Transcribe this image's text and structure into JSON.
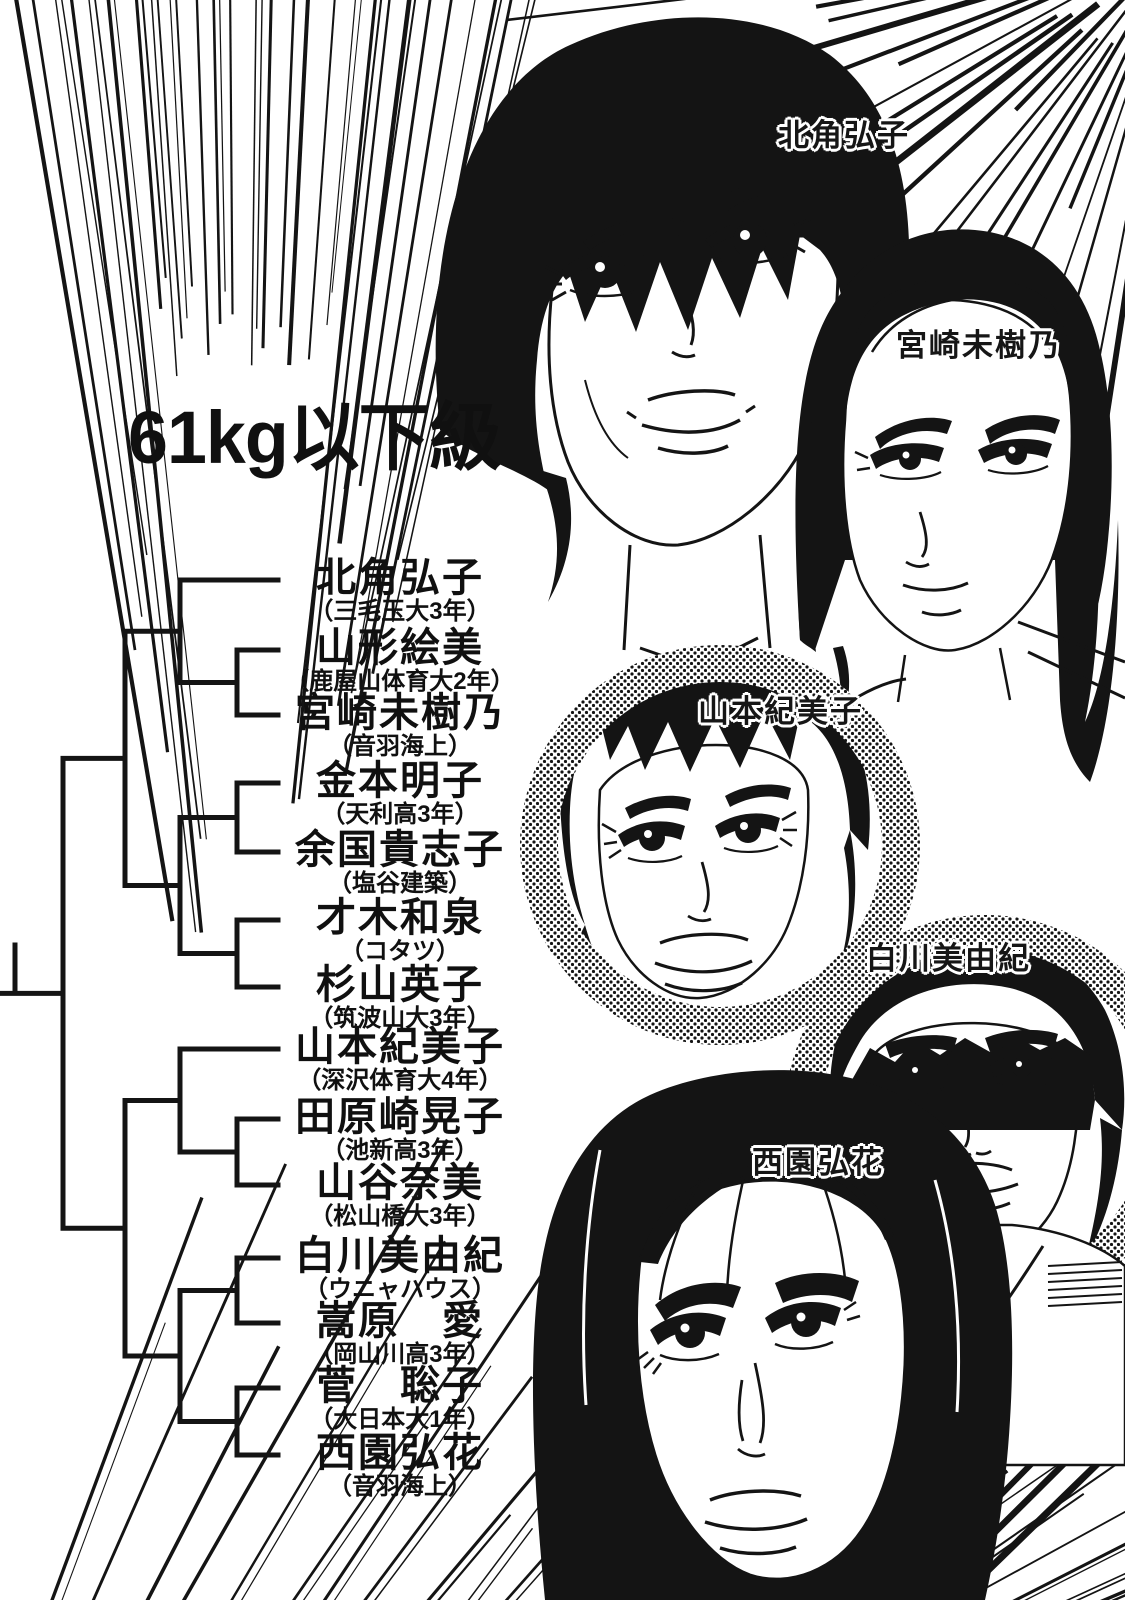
{
  "title": "61kg以下級",
  "portrait_labels": {
    "kitakado": "北角弘子",
    "miyazaki": "宮崎未樹乃",
    "yamamoto": "山本紀美子",
    "shirakawa": "白川美由紀",
    "nishizono": "西園弘花"
  },
  "bracket": {
    "entries": [
      {
        "name": "北角弘子",
        "affiliation": "（三毛玉大3年）"
      },
      {
        "name": "山形絵美",
        "affiliation": "（鹿屋山体育大2年）"
      },
      {
        "name": "宮崎未樹乃",
        "affiliation": "（音羽海上）"
      },
      {
        "name": "金本明子",
        "affiliation": "（天利高3年）"
      },
      {
        "name": "余国貴志子",
        "affiliation": "（塩谷建築）"
      },
      {
        "name": "才木和泉",
        "affiliation": "（コタツ）"
      },
      {
        "name": "杉山英子",
        "affiliation": "（筑波山大3年）"
      },
      {
        "name": "山本紀美子",
        "affiliation": "（深沢体育大4年）"
      },
      {
        "name": "田原崎晃子",
        "affiliation": "（池新高3年）"
      },
      {
        "name": "山谷奈美",
        "affiliation": "（松山橋大3年）"
      },
      {
        "name": "白川美由紀",
        "affiliation": "（ウニャハウス）"
      },
      {
        "name": "嵩原　愛",
        "affiliation": "（岡山川高3年）"
      },
      {
        "name": "菅　聡子",
        "affiliation": "（大日本大1年）"
      },
      {
        "name": "西園弘花",
        "affiliation": "（音羽海上）"
      }
    ]
  },
  "colors": {
    "ink": "#141414",
    "paper": "#ffffff"
  }
}
